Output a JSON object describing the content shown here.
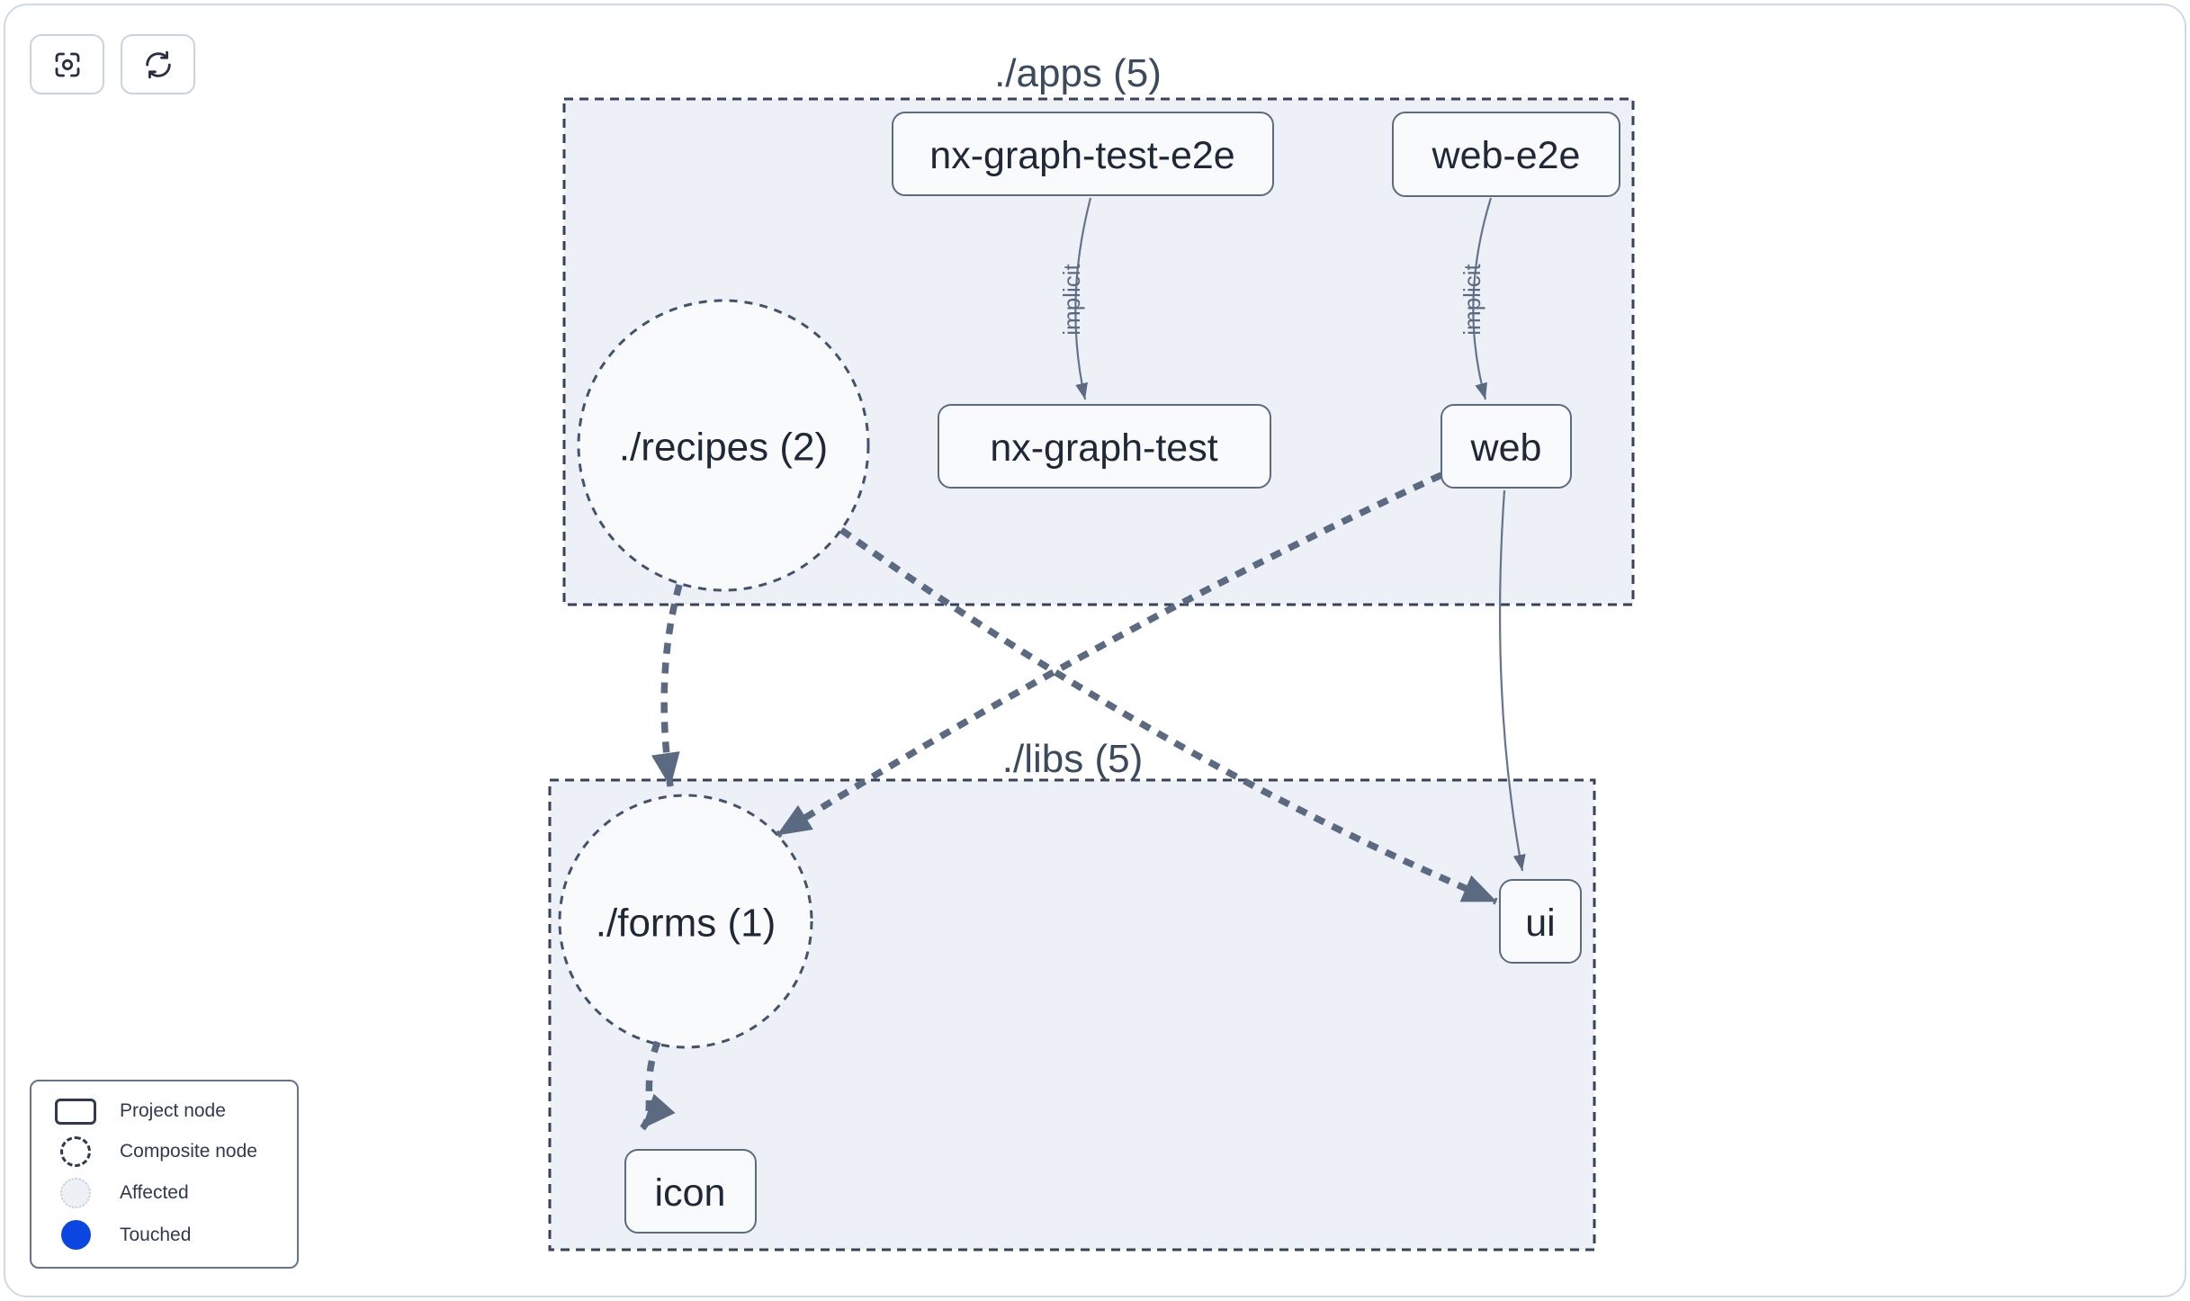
{
  "toolbar": {
    "buttons": [
      {
        "id": "focus",
        "icon": "crosshair-focus-icon"
      },
      {
        "id": "refresh",
        "icon": "refresh-icon"
      }
    ]
  },
  "graph": {
    "groups": [
      {
        "id": "apps",
        "label": "./apps (5)"
      },
      {
        "id": "libs",
        "label": "./libs (5)"
      }
    ],
    "nodes": [
      {
        "id": "nx-graph-test-e2e",
        "label": "nx-graph-test-e2e",
        "type": "project",
        "group": "apps"
      },
      {
        "id": "web-e2e",
        "label": "web-e2e",
        "type": "project",
        "group": "apps"
      },
      {
        "id": "nx-graph-test",
        "label": "nx-graph-test",
        "type": "project",
        "group": "apps"
      },
      {
        "id": "web",
        "label": "web",
        "type": "project",
        "group": "apps"
      },
      {
        "id": "recipes",
        "label": "./recipes (2)",
        "type": "composite",
        "group": "apps"
      },
      {
        "id": "forms",
        "label": "./forms (1)",
        "type": "composite",
        "group": "libs"
      },
      {
        "id": "ui",
        "label": "ui",
        "type": "project",
        "group": "libs"
      },
      {
        "id": "icon",
        "label": "icon",
        "type": "project",
        "group": "libs"
      }
    ],
    "edges": [
      {
        "from": "nx-graph-test-e2e",
        "to": "nx-graph-test",
        "label": "implicit",
        "style": "solid"
      },
      {
        "from": "web-e2e",
        "to": "web",
        "label": "implicit",
        "style": "solid"
      },
      {
        "from": "recipes",
        "to": "forms",
        "label": "",
        "style": "dashed"
      },
      {
        "from": "recipes",
        "to": "ui",
        "label": "",
        "style": "dashed"
      },
      {
        "from": "web",
        "to": "forms",
        "label": "",
        "style": "dashed"
      },
      {
        "from": "web",
        "to": "ui",
        "label": "",
        "style": "solid"
      },
      {
        "from": "forms",
        "to": "icon",
        "label": "",
        "style": "dashed"
      }
    ]
  },
  "legend": {
    "items": [
      {
        "id": "project-node",
        "label": "Project node"
      },
      {
        "id": "composite-node",
        "label": "Composite node"
      },
      {
        "id": "affected",
        "label": "Affected"
      },
      {
        "id": "touched",
        "label": "Touched"
      }
    ]
  },
  "colors": {
    "touched": "#0b46e3",
    "affected_fill": "#edf1f6",
    "node_fill": "#f8fafc",
    "group_fill": "#edf1f7",
    "edge": "#5b6a81",
    "node_text": "#1f2836",
    "group_label_text": "#3c4a5e",
    "page_border": "#cfd9e6"
  }
}
